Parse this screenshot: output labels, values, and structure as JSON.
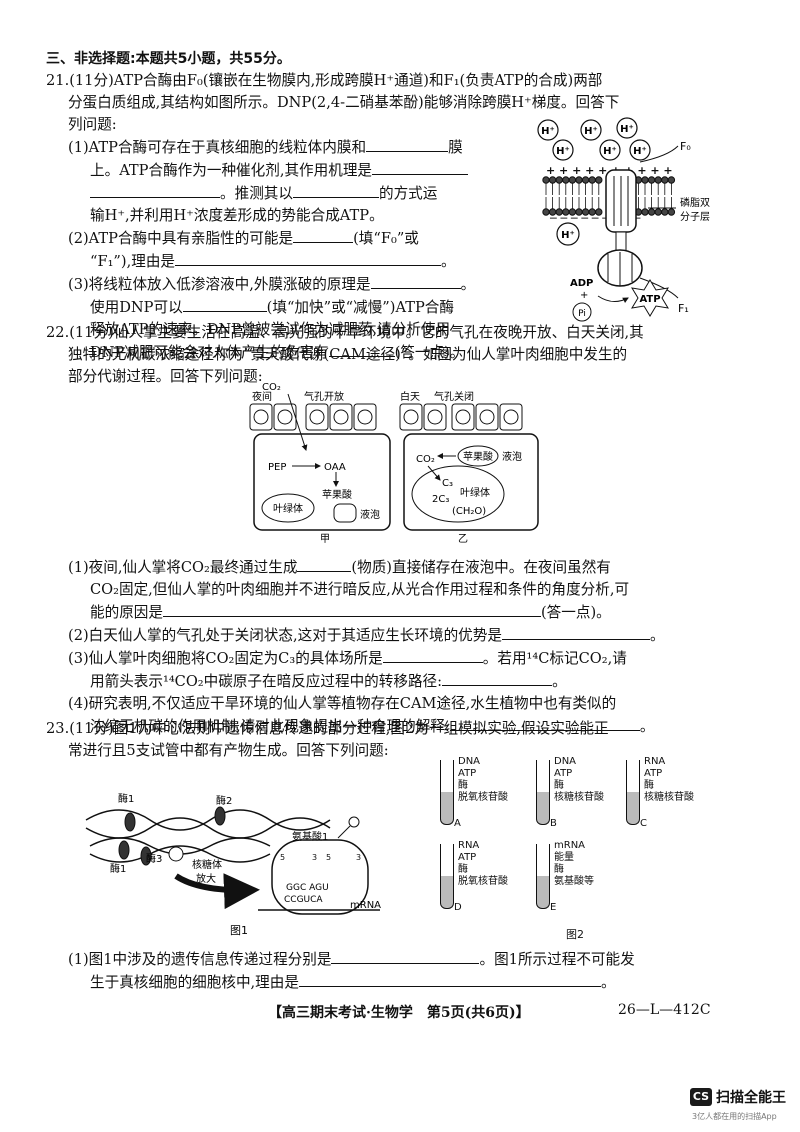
{
  "section_header": "三、非选择题:本题共5小题，共55分。",
  "q21": {
    "l1": "21.(11分)ATP合酶由F₀(镶嵌在生物膜内,形成跨膜H⁺通道)和F₁(负责ATP的合成)两部",
    "l2": "分蛋白质组成,其结构如图所示。DNP(2,4-二硝基苯酚)能够消除跨膜H⁺梯度。回答下",
    "l3": "列问题:",
    "s1a": "(1)ATP合酶可存在于真核细胞的线粒体内膜和",
    "s1a_end": "膜",
    "s1b": "上。ATP合酶作为一种催化剂,其作用机理是",
    "s1c_end": "。推测其以",
    "s1c_end2": "的方式运",
    "s1d": "输H⁺,并利用H⁺浓度差形成的势能合成ATP。",
    "s2a": "(2)ATP合酶中具有亲脂性的可能是",
    "s2a_end": "(填“F₀”或",
    "s2b": "“F₁”),理由是",
    "s2b_end": "。",
    "s3a": "(3)将线粒体放入低渗溶液中,外膜涨破的原理是",
    "s3a_end": "。",
    "s3b": "使用DNP可以",
    "s3b_end": "(填“加快”或“减慢”)ATP合酶",
    "s3c": "释放ATP的速率。DNP曾被尝试作为减肥药,请分析使用",
    "s3d": "DNP减肥可能会对人体产生的危害有",
    "s3d_end": "(答一点)。"
  },
  "fig21": {
    "h_plus": "H⁺",
    "F0": "F₀",
    "F1": "F₁",
    "membrane_label_1": "磷脂双",
    "membrane_label_2": "分子层",
    "adp": "ADP",
    "pi": "Pi",
    "atp": "ATP",
    "plus": "+"
  },
  "q22": {
    "l1": "22.(11分)仙人掌主要生活在高温、高光强的干旱环境中。它的气孔在夜晚开放、白天关闭,其",
    "l2": "独特的无机碳浓缩途径称为“景天酸代谢(CAM途径)”。如图为仙人掌叶肉细胞中发生的",
    "l3": "部分代谢过程。回答下列问题:",
    "s1a": "(1)夜间,仙人掌将CO₂最终通过生成",
    "s1a_end": "(物质)直接储存在液泡中。在夜间虽然有",
    "s1b": "CO₂固定,但仙人掌的叶肉细胞并不进行暗反应,从光合作用过程和条件的角度分析,可",
    "s1c": "能的原因是",
    "s1c_end": "(答一点)。",
    "s2": "(2)白天仙人掌的气孔处于关闭状态,这对于其适应生长环境的优势是",
    "s2_end": "。",
    "s3a": "(3)仙人掌叶肉细胞将CO₂固定为C₃的具体场所是",
    "s3a_end": "。若用¹⁴C标记CO₂,请",
    "s3b": "用箭头表示¹⁴CO₂中碳原子在暗反应过程中的转移路径:",
    "s3b_end": "。",
    "s4a": "(4)研究表明,不仅适应干旱环境的仙人掌等植物存在CAM途径,水生植物中也有类似的",
    "s4b": "浓缩无机碳的作用机制,请对此现象提出一种合理的解释:",
    "s4b_end": "。"
  },
  "fig22": {
    "night": "夜间",
    "day": "白天",
    "co2": "CO₂",
    "stomata_open": "气孔开放",
    "stomata_closed": "气孔关闭",
    "pep": "PEP",
    "oaa": "OAA",
    "malic_acid": "苹果酸",
    "chloroplast": "叶绿体",
    "vacuole": "液泡",
    "c3": "C₃",
    "two_c3": "2C₃",
    "ch2o": "(CH₂O)",
    "label_a": "甲",
    "label_b": "乙"
  },
  "q23": {
    "l1": "23.(11分)图1为中心法则中遗传信息传递的部分过程,图2为一组模拟实验,假设实验能正",
    "l2": "常进行且5支试管中都有产物生成。回答下列问题:",
    "s1a": "(1)图1中涉及的遗传信息传递过程分别是",
    "s1a_end": "。图1所示过程不可能发",
    "s1b": "生于真核细胞的细胞核中,理由是",
    "s1b_end": "。"
  },
  "fig23": {
    "enzyme1": "酶1",
    "enzyme2": "酶2",
    "enzyme3": "酶3",
    "ribosome": "核糖体",
    "enlarge": "放大",
    "amino_acid": "氨基酸1",
    "anticodon": "GGC AGU",
    "codon": "CCGUCA",
    "mrna": "mRNA",
    "fig1": "图1",
    "fig2": "图2",
    "five": "5",
    "three": "3",
    "tubes": [
      {
        "id": "A",
        "items": [
          "DNA",
          "ATP",
          "酶",
          "脱氧核苷酸"
        ]
      },
      {
        "id": "B",
        "items": [
          "DNA",
          "ATP",
          "酶",
          "核糖核苷酸"
        ]
      },
      {
        "id": "C",
        "items": [
          "RNA",
          "ATP",
          "酶",
          "核糖核苷酸"
        ]
      },
      {
        "id": "D",
        "items": [
          "RNA",
          "ATP",
          "酶",
          "脱氧核苷酸"
        ]
      },
      {
        "id": "E",
        "items": [
          "mRNA",
          "能量",
          "酶",
          "氨基酸等"
        ]
      }
    ]
  },
  "footer": {
    "title": "【高三期末考试·生物学　第5页(共6页)】",
    "code": "26—L—412C"
  },
  "watermark": {
    "logo": "CS",
    "name": "扫描全能王",
    "sub": "3亿人都在用的扫描App"
  }
}
